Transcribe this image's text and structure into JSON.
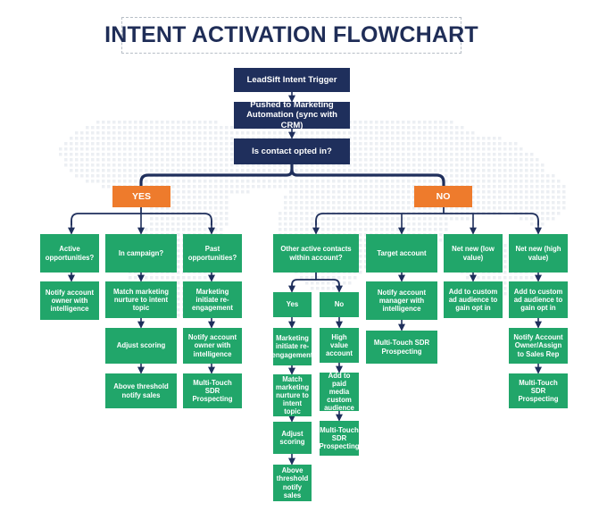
{
  "title": "INTENT ACTIVATION FLOWCHART",
  "colors": {
    "navy": "#1f2f5c",
    "orange": "#ee7b2c",
    "green": "#21a66a",
    "connector": "#1f2f5c",
    "map_dots": "#eceff3"
  },
  "nodes": {
    "trigger": "LeadSift Intent Trigger",
    "pushed": "Pushed to Marketing Automation (sync with CRM)",
    "opted_in": "Is contact opted in?",
    "yes": "YES",
    "no": "NO",
    "active_opps": "Active opportunities?",
    "notify_owner_1": "Notify account owner with intelligence",
    "in_campaign": "In campaign?",
    "match_nurture": "Match marketing nurture to intent topic",
    "adjust_scoring_1": "Adjust scoring",
    "above_threshold_1": "Above threshold notify sales",
    "past_opps": "Past opportunities?",
    "marketing_reengage": "Marketing initiate re-engagement",
    "notify_owner_2": "Notify account owner with intelligence",
    "sdr_1": "Multi-Touch SDR Prospecting",
    "other_contacts": "Other active contacts within account?",
    "sub_yes": "Yes",
    "sub_no": "No",
    "mkt_initiate_2": "Marketing initiate re-engagement",
    "match_nurture_2": "Match marketing nurture to intent topic",
    "adjust_scoring_2": "Adjust scoring",
    "above_threshold_2": "Above threshold notify sales",
    "high_value": "High value account",
    "paid_media": "Add to paid media custom audience",
    "sdr_2": "Multi-Touch SDR Prospecting",
    "target_account": "Target account",
    "notify_am": "Notify account manager with intelligence",
    "sdr_3": "Multi-Touch SDR Prospecting",
    "net_new_low": "Net new (low value)",
    "custom_ad_low": "Add to custom ad audience to gain opt in",
    "net_new_high": "Net new (high value)",
    "custom_ad_high": "Add to custom ad audience to gain opt in",
    "notify_assign": "Notify Account Owner/Assign to Sales Rep",
    "sdr_4": "Multi-Touch SDR Prospecting"
  }
}
